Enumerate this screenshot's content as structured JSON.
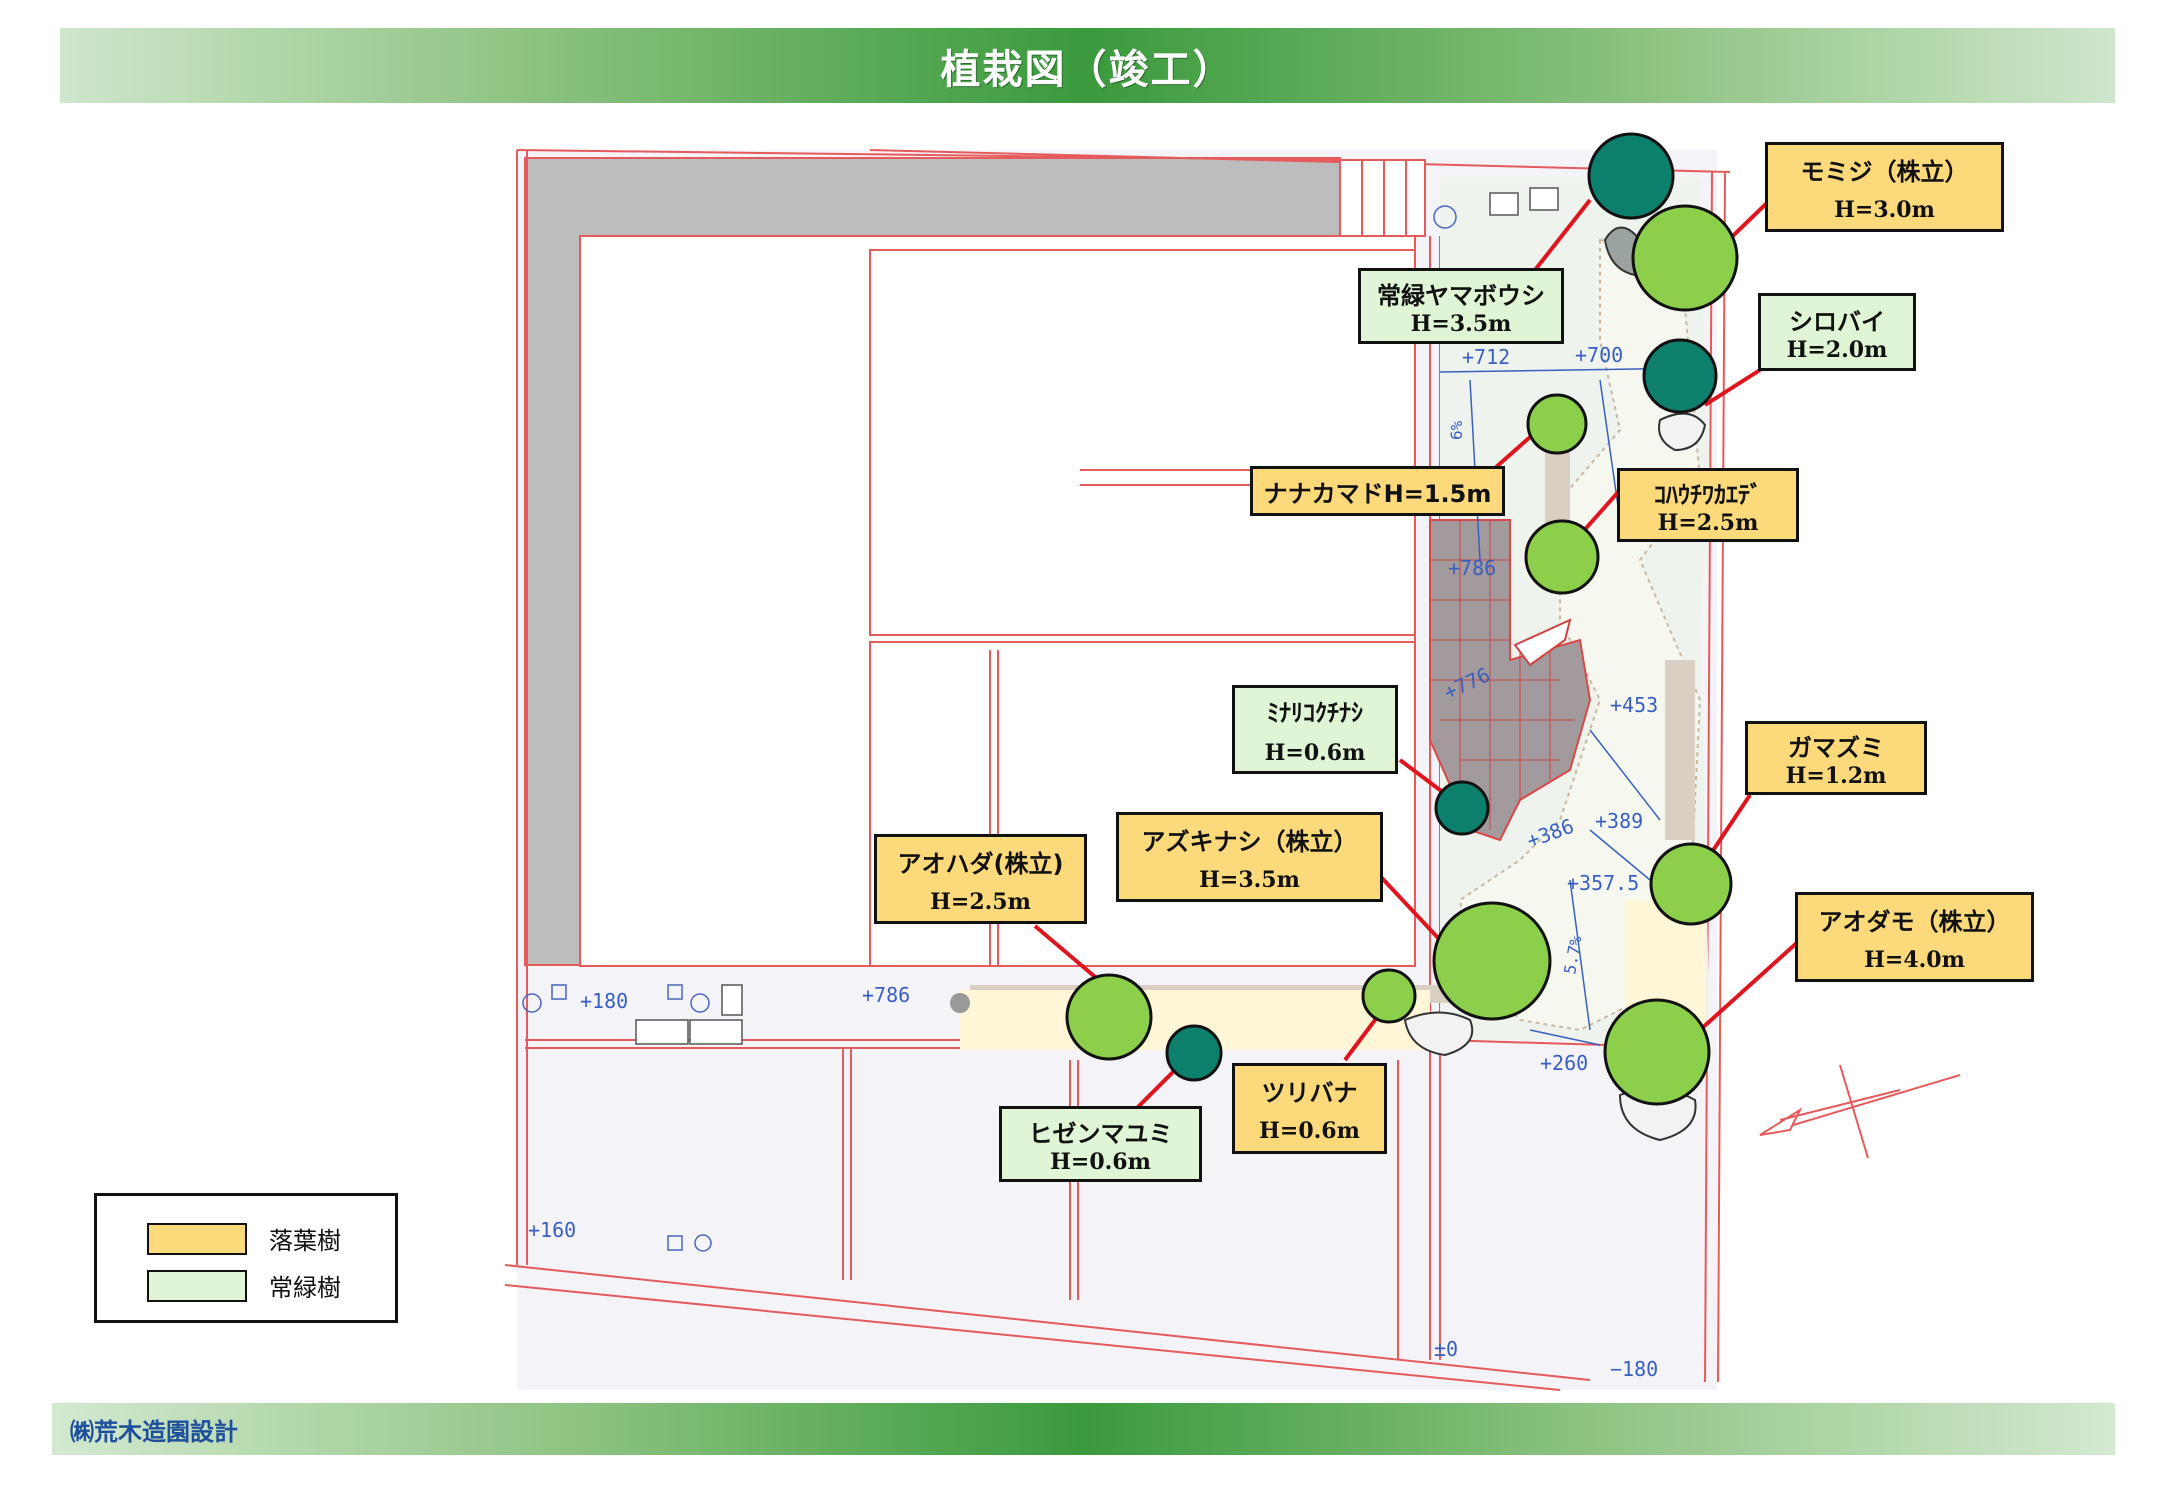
{
  "header": {
    "title": "植栽図（竣工）"
  },
  "footer": {
    "company": "㈱荒木造園設計"
  },
  "legend": {
    "deciduous": {
      "label": "落葉樹",
      "color": "#fcd97a"
    },
    "evergreen": {
      "label": "常緑樹",
      "color": "#dff5d5"
    }
  },
  "colors": {
    "evergreen_tree_fill": "#0d7f6d",
    "deciduous_tree_fill": "#8ccf4a",
    "leader_line": "#e0141e",
    "plan_line": "#e55b5b",
    "level_text": "#3a5fc0"
  },
  "plants": [
    {
      "id": "momiji",
      "name": "モミジ（株立）",
      "height": "H=3.0m",
      "type": "deciduous"
    },
    {
      "id": "joryoku-yamaboushi",
      "name": "常緑ヤマボウシ",
      "height": "H=3.5m",
      "type": "evergreen"
    },
    {
      "id": "shirobai",
      "name": "シロバイ",
      "height": "H=2.0m",
      "type": "evergreen"
    },
    {
      "id": "nanakamado",
      "name": "ナナカマドH=1.5m",
      "height": "",
      "type": "deciduous"
    },
    {
      "id": "kohauchiwakaede",
      "name": "ｺﾊｳﾁﾜｶｴﾃﾞ",
      "height": "H=2.5m",
      "type": "deciduous"
    },
    {
      "id": "minarikokuchinashi",
      "name": "ﾐﾅﾘｺｸﾁﾅｼ",
      "height": "H=0.6m",
      "type": "evergreen"
    },
    {
      "id": "gamazumi",
      "name": "ガマズミ",
      "height": "H=1.2m",
      "type": "deciduous"
    },
    {
      "id": "azukinashi",
      "name": "アズキナシ（株立）",
      "height": "H=3.5m",
      "type": "deciduous"
    },
    {
      "id": "aohada",
      "name": "アオハダ(株立)",
      "height": "H=2.5m",
      "type": "deciduous"
    },
    {
      "id": "aodamo",
      "name": "アオダモ（株立）",
      "height": "H=4.0m",
      "type": "deciduous"
    },
    {
      "id": "hizenmayumi",
      "name": "ヒゼンマユミ",
      "height": "H=0.6m",
      "type": "evergreen"
    },
    {
      "id": "tsuribana",
      "name": "ツリバナ",
      "height": "H=0.6m",
      "type": "deciduous"
    }
  ],
  "levels": {
    "l1": "+712",
    "l2": "+700",
    "l3": "+786",
    "l4": "+776",
    "l5": "+453",
    "l6": "+386",
    "l7": "+389",
    "l8": "+357.5",
    "l9": "+260",
    "l10": "+180",
    "l11": "+786",
    "l12": "+160",
    "l13": "±0",
    "l14": "−180"
  },
  "slopes": {
    "s1": "6%",
    "s2": "5.7%"
  }
}
